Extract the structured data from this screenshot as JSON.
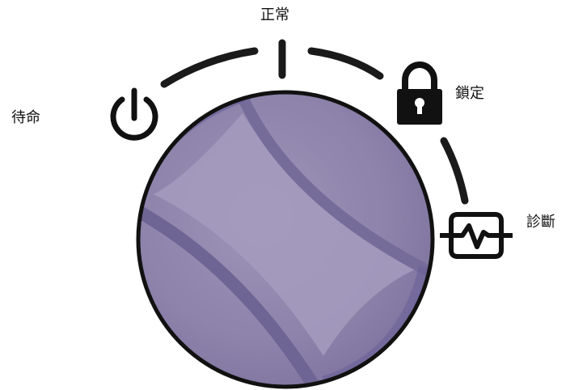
{
  "dial": {
    "positions": [
      {
        "id": "standby",
        "label": "待命",
        "icon": "power-icon"
      },
      {
        "id": "normal",
        "label": "正常",
        "icon": "tick-mark"
      },
      {
        "id": "lock",
        "label": "鎖定",
        "icon": "lock-icon"
      },
      {
        "id": "diagnostic",
        "label": "診斷",
        "icon": "diagnostic-waveform-icon"
      }
    ]
  },
  "colors": {
    "knob_base": "#8a7fa8",
    "knob_light": "#a398bb",
    "knob_dark": "#6e6592",
    "knob_rim": "#6b6199",
    "outline": "#111111",
    "arc": "#1a1a1a"
  }
}
